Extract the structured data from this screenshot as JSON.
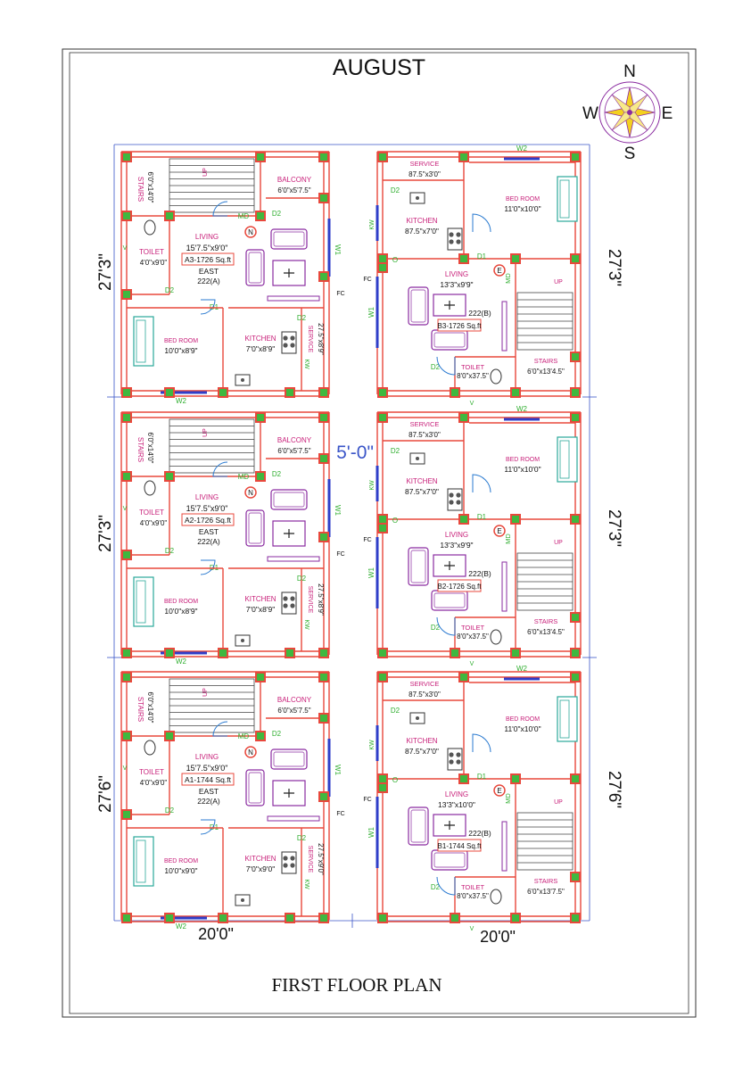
{
  "title": "AUGUST",
  "caption": "FIRST FLOOR PLAN",
  "compass": {
    "n": "N",
    "s": "S",
    "e": "E",
    "w": "W"
  },
  "gap_label": "5'-0\"",
  "width_labels": [
    "20'0\"",
    "20'0\""
  ],
  "unit_heights": [
    "27'3\"",
    "27'3\"",
    "27'6\""
  ],
  "colors": {
    "wall": "#e8483c",
    "text_room": "#c8207a",
    "text_door": "#2fae2f",
    "accent_window": "#2f3ec8",
    "column": "#3fb83f",
    "dimension": "#3a55c8"
  },
  "flats": [
    {
      "id": "A3",
      "area": "A3-1726 Sq.ft",
      "facing": "EAST",
      "no": "222(A)",
      "stairs": "6'0\"x14'0\"",
      "balcony": "6'0\"x5'7.5\"",
      "living": "15'7.5\"x9'0\"",
      "toilet": "4'0\"x9'0\"",
      "bed": "10'0\"x8'9\"",
      "kitchen": "7'0\"x8'9\"",
      "service": "27.5\"x8'9\""
    },
    {
      "id": "A2",
      "area": "A2-1726 Sq.ft",
      "facing": "EAST",
      "no": "222(A)",
      "stairs": "6'0\"x14'0\"",
      "balcony": "6'0\"x5'7.5\"",
      "living": "15'7.5\"x9'0\"",
      "toilet": "4'0\"x9'0\"",
      "bed": "10'0\"x8'9\"",
      "kitchen": "7'0\"x8'9\"",
      "service": "27.5\"x8'9\""
    },
    {
      "id": "A1",
      "area": "A1-1744 Sq.ft",
      "facing": "EAST",
      "no": "222(A)",
      "stairs": "6'0\"x14'0\"",
      "balcony": "6'0\"x5'7.5\"",
      "living": "15'7.5\"x9'0\"",
      "toilet": "4'0\"x9'0\"",
      "bed": "10'0\"x9'0\"",
      "kitchen": "7'0\"x9'0\"",
      "service": "27.5\"x9'0\""
    }
  ],
  "flats_b": [
    {
      "id": "B3",
      "area": "B3-1726 Sq.ft",
      "no": "222(B)",
      "service": "87.5\"x3'0\"",
      "kitchen": "87.5\"x7'0\"",
      "bed": "11'0\"x10'0\"",
      "living": "13'3\"x9'9\"",
      "toilet": "8'0\"x37.5\"",
      "stairs": "6'0\"x13'4.5\""
    },
    {
      "id": "B2",
      "area": "B2-1726 Sq.ft",
      "no": "222(B)",
      "service": "87.5\"x3'0\"",
      "kitchen": "87.5\"x7'0\"",
      "bed": "11'0\"x10'0\"",
      "living": "13'3\"x9'9\"",
      "toilet": "8'0\"x37.5\"",
      "stairs": "6'0\"x13'4.5\""
    },
    {
      "id": "B1",
      "area": "B1-1744 Sq.ft",
      "no": "222(B)",
      "service": "87.5\"x3'0\"",
      "kitchen": "87.5\"x7'0\"",
      "bed": "11'0\"x10'0\"",
      "living": "13'3\"x10'0\"",
      "toilet": "8'0\"x37.5\"",
      "stairs": "6'0\"x13'7.5\""
    }
  ],
  "labels": {
    "stairs": "STAIRS",
    "balcony": "BALCONY",
    "living": "LIVING",
    "toilet": "TOILET",
    "bedroom": "BED ROOM",
    "kitchen": "KITCHEN",
    "service": "SERVICE",
    "up": "UP",
    "md": "MD",
    "d1": "D1",
    "d2": "D2",
    "w1": "W1",
    "w2": "W2",
    "v": "V",
    "kw": "KW",
    "fc": "FC",
    "o": "O",
    "n_badge": "N",
    "e_badge": "E"
  }
}
